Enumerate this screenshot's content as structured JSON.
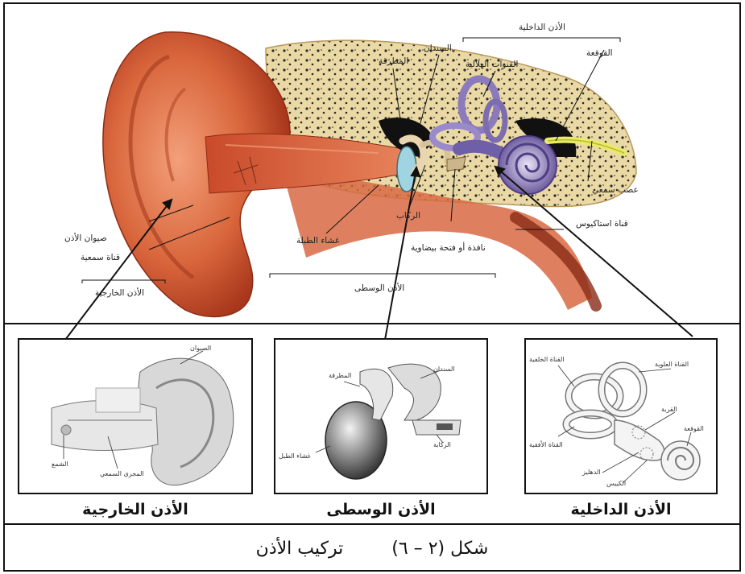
{
  "main_diagram": {
    "labels": {
      "inner_ear_top": "الأذن الداخلية",
      "semicircular_canals": "القنوات الهلالية",
      "cochlea": "القوقعة",
      "incus": "السندان",
      "malleus": "المطرقة",
      "auditory_nerve": "عصب سمعي",
      "eustachian_tube": "قناة استاكيوس",
      "oval_window": "نافذة أو فتحة بيضاوية",
      "stapes": "الركاب",
      "eardrum": "غشاء الطبلة",
      "pinna": "صيوان الأذن",
      "ear_canal": "قناة سمعية",
      "outer_ear": "الأذن الخارجية",
      "middle_ear": "الأذن الوسطى"
    }
  },
  "panels": {
    "outer": {
      "caption": "الأذن الخارجية",
      "labels": {
        "pinna": "الصيوان",
        "wax": "الشمع",
        "canal": "المجرى السمعي"
      }
    },
    "middle": {
      "caption": "الأذن الوسطى",
      "labels": {
        "incus": "السندان",
        "malleus": "المطرقة",
        "stapes": "الركابة",
        "eardrum": "غشاء الطبل"
      }
    },
    "inner": {
      "caption": "الأذن الداخلية",
      "labels": {
        "posterior_canal": "القناة الخلفية",
        "superior_canal": "القناة العلوية",
        "utricle": "القربة",
        "horizontal_canal": "القناة الأفقية",
        "cochlea": "القوقعة",
        "vestibule": "الدهليز",
        "saccule": "الكييس"
      }
    }
  },
  "figure": {
    "number": "شكل (٢ – ٦)",
    "title": "تركيب الأذن"
  }
}
